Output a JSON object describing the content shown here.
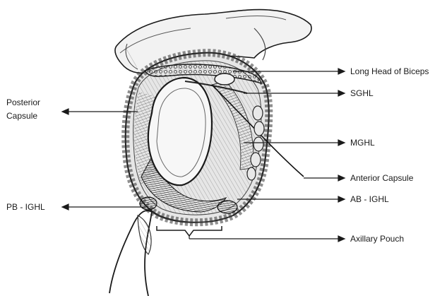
{
  "figure": {
    "labels": {
      "long_head_of_biceps": "Long Head of Biceps",
      "sghl": "SGHL",
      "posterior_capsule_line1": "Posterior",
      "posterior_capsule_line2": "Capsule",
      "mghl": "MGHL",
      "anterior_capsule": "Anterior Capsule",
      "ab_ighl": "AB - IGHL",
      "pb_ighl": "PB - IGHL",
      "axillary_pouch": "Axillary Pouch"
    },
    "colors": {
      "ink": "#1a1a1a",
      "bone_fill": "#f2f2f2",
      "capsule_fill": "#e6e6e6",
      "background": "#ffffff"
    }
  }
}
